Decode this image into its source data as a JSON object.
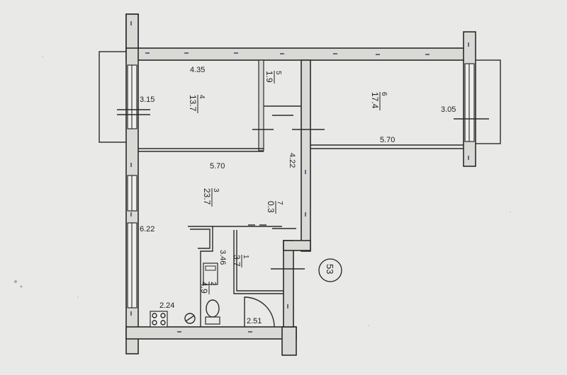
{
  "plan": {
    "badge": "53",
    "dimensions": {
      "room4_top": "4.35",
      "room4_side": "3.15",
      "hall_width": "5.70",
      "room6_side": "3.05",
      "room6_bottom": "5.70",
      "corridor_len": "4.22",
      "left_wall": "6.22",
      "bath_len": "3.46",
      "kitchen_width": "2.24",
      "bath_bottom": "2.51"
    },
    "rooms": [
      {
        "number": "4",
        "area": "13.7"
      },
      {
        "number": "5",
        "area": "1.9"
      },
      {
        "number": "6",
        "area": "17.4"
      },
      {
        "number": "3",
        "area": "23.7"
      },
      {
        "number": "7",
        "area": "0.3"
      },
      {
        "number": "1",
        "area": "3.7"
      },
      {
        "number": "2",
        "area": "4.9"
      }
    ]
  }
}
